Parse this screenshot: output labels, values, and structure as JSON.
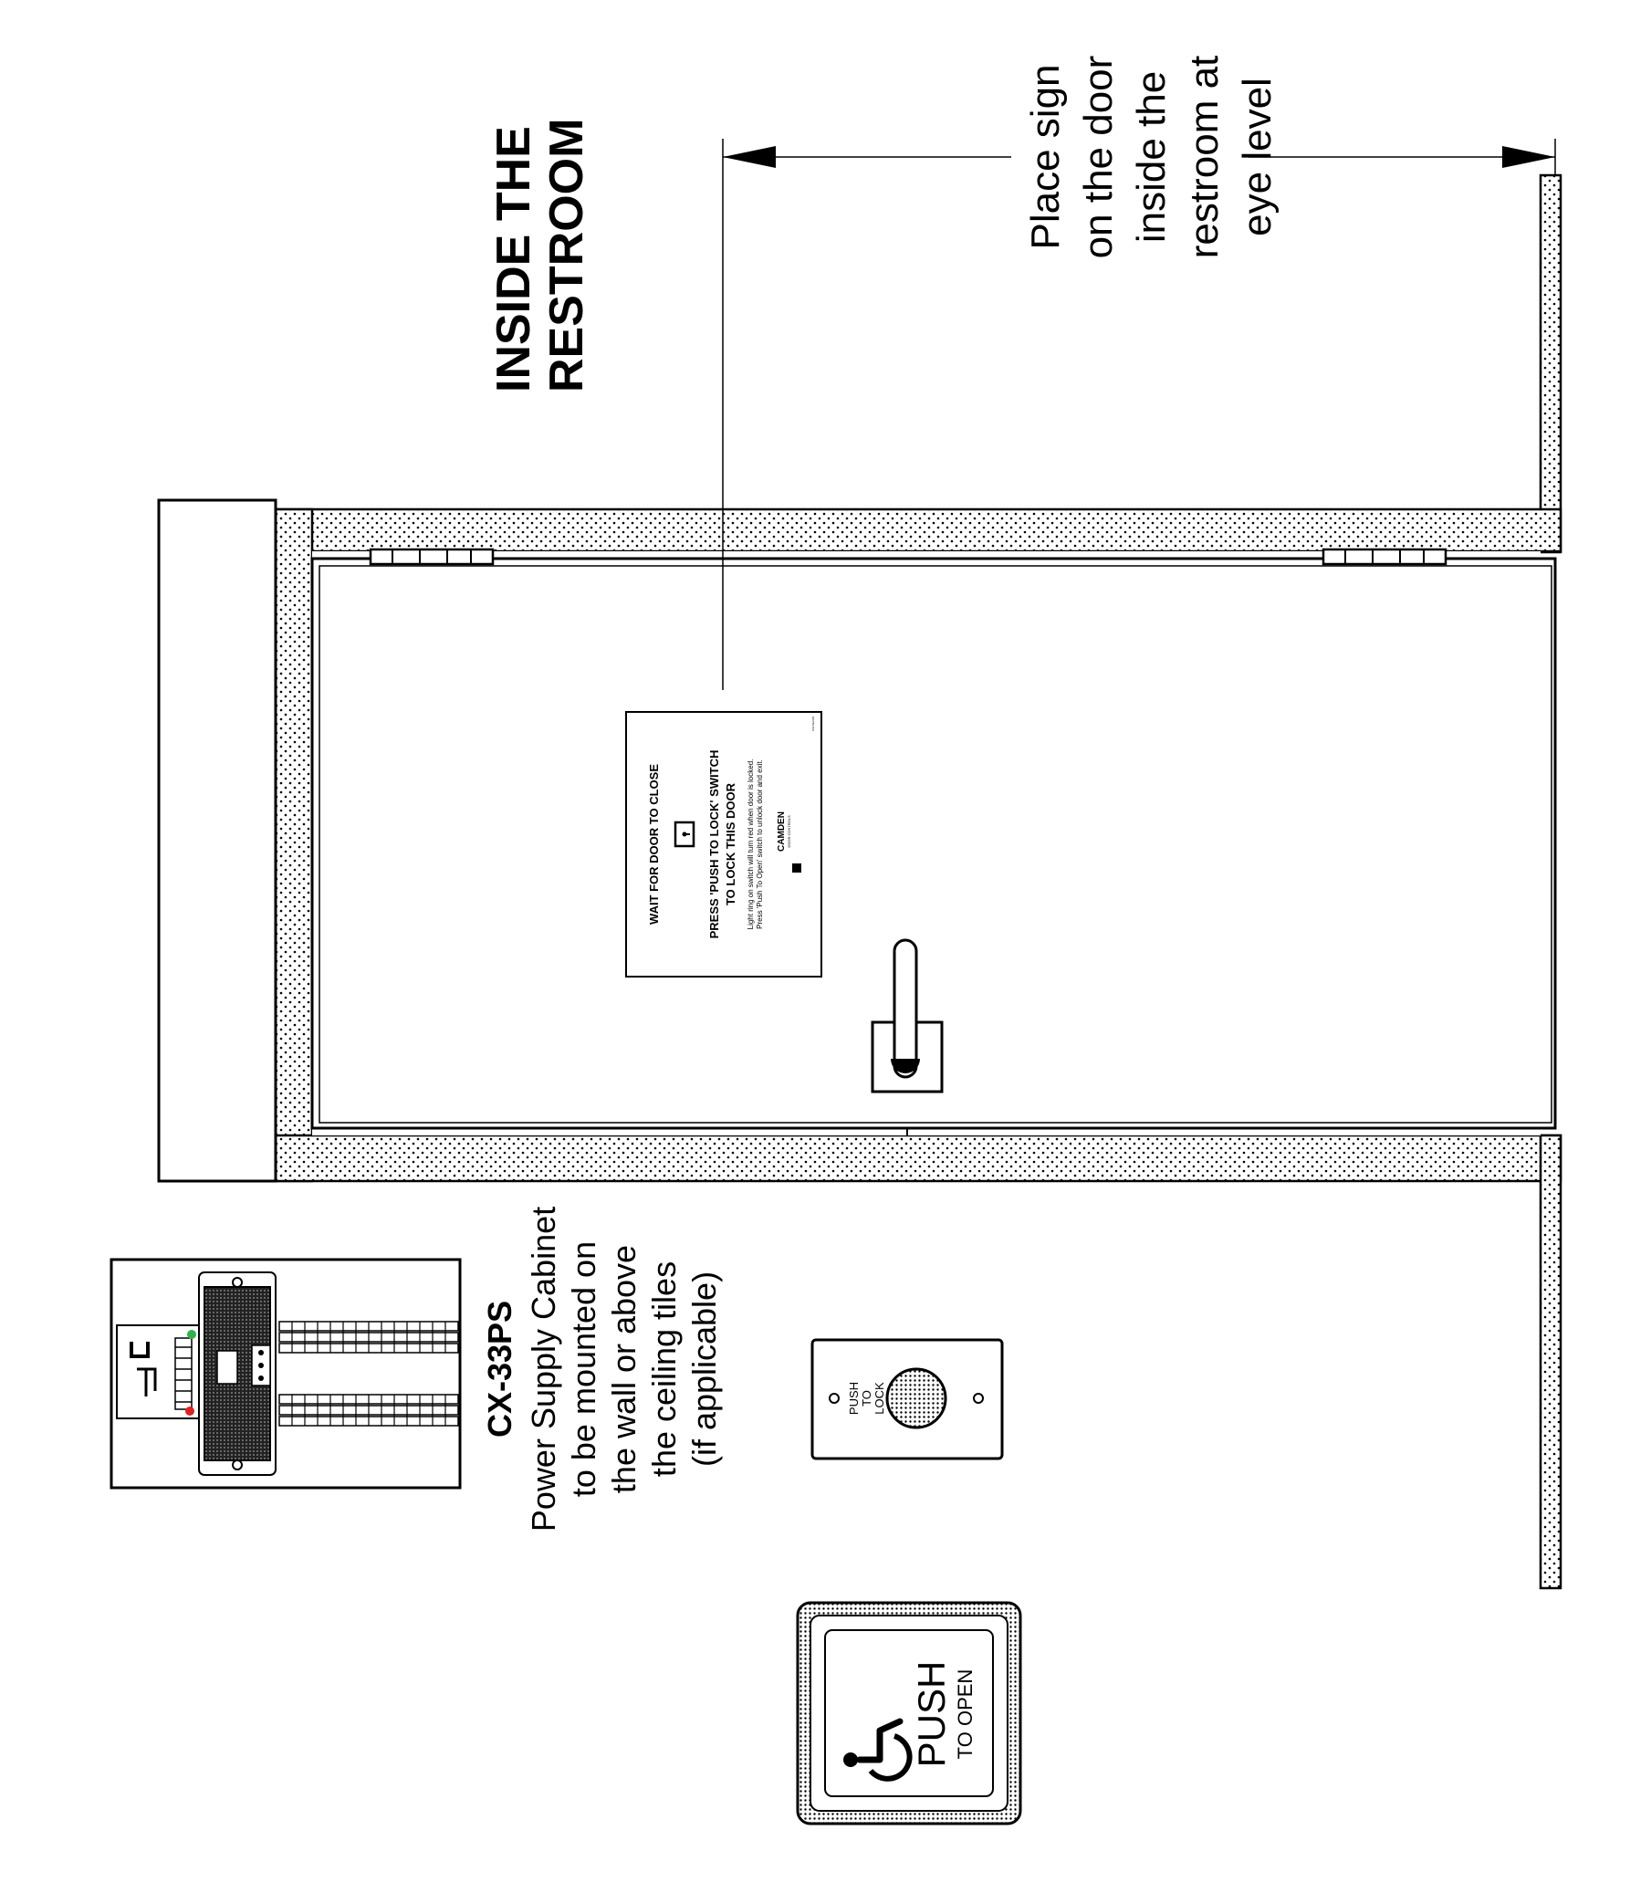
{
  "heading": {
    "line1": "INSIDE THE",
    "line2": "RESTROOM"
  },
  "sign_instruction": {
    "line1": "Place sign",
    "line2": "on the door",
    "line3": "inside the",
    "line4": "restroom at",
    "line5": "eye level"
  },
  "door_sign": {
    "line1": "WAIT FOR DOOR TO CLOSE",
    "line2": "PRESS 'PUSH TO LOCK' SWITCH",
    "line3": "TO LOCK THIS DOOR",
    "line4": "Light ring on switch will turn red when door is locked.",
    "line5": "Press 'Push To Open' switch to unlock door and exit.",
    "brand": "CAMDEN",
    "brand_sub": "DOOR CONTROLS",
    "part_no": "CM-SE21W"
  },
  "power_supply": {
    "model": "CX-33PS",
    "line1": "Power Supply Cabinet",
    "line2": "to be mounted on",
    "line3": "the wall or above",
    "line4": "the ceiling tiles",
    "line5": "(if applicable)"
  },
  "lock_switch": {
    "line1": "PUSH",
    "line2": "TO",
    "line3": "LOCK"
  },
  "open_switch": {
    "line1": "PUSH",
    "line2": "TO OPEN"
  },
  "icons": [
    "lock-icon",
    "wheelchair-icon",
    "camden-logo-icon"
  ]
}
